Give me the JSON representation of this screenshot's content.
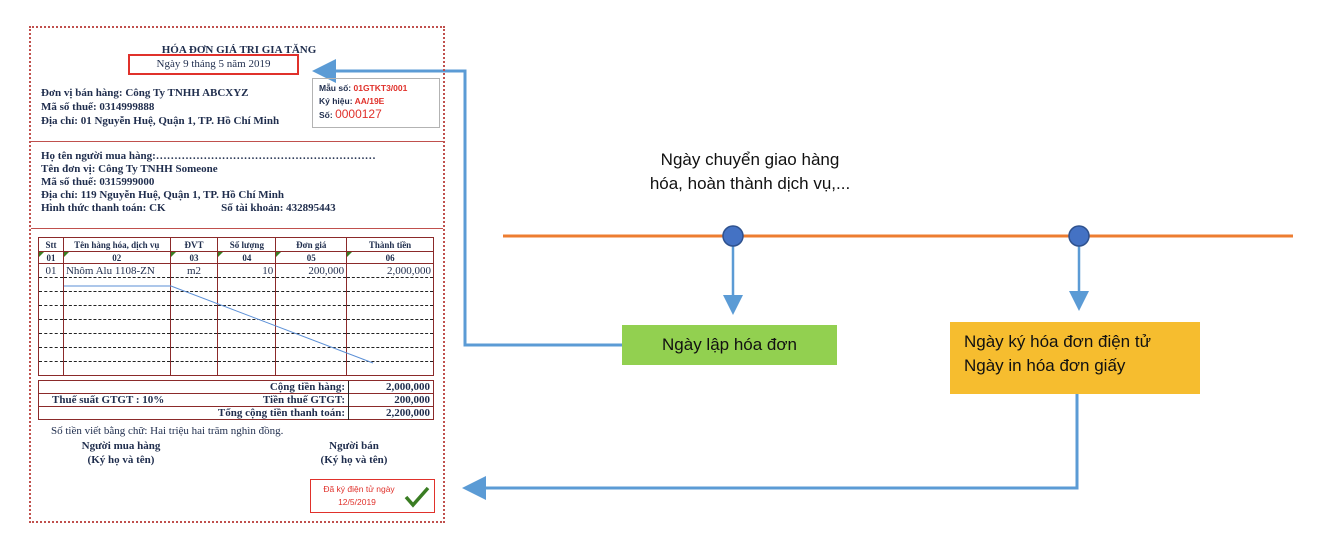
{
  "invoice": {
    "title": "HÓA ĐƠN GIÁ TRỊ GIA TĂNG",
    "date_line": "Ngày  9 tháng 5  năm  2019",
    "seller": {
      "name_label": "Đơn vị bán hàng:  Công Ty TNHH ABCXYZ",
      "tax_label": "Mã số thuế:  0314999888",
      "address_label": "Địa chỉ:  01 Nguyễn Huệ, Quận 1, TP. Hồ Chí Minh"
    },
    "codes": {
      "form_label": "Mẫu số: ",
      "form_value": "01GTKT3/001",
      "symbol_label": "Ký hiệu: ",
      "symbol_value": "AA/19E",
      "number_label": "Số: ",
      "number_value": "0000127"
    },
    "buyer": {
      "name_label": "Họ tên người mua hàng:……………………………………………………",
      "unit_label": "Tên đơn vị:  Công Ty TNHH Someone",
      "tax_label": "Mã số thuế:  0315999000",
      "address_label": "Địa chỉ:  119 Nguyễn Huệ, Quận 1, TP. Hồ Chí Minh",
      "payment_label": "Hình thức thanh toán: CK",
      "account_label": "Số tài khoản: 432895443"
    },
    "table": {
      "headers": [
        "Stt",
        "Tên hàng hóa, dịch vụ",
        "ĐVT",
        "Số lượng",
        "Đơn giá",
        "Thành tiền"
      ],
      "codes": [
        "01",
        "02",
        "03",
        "04",
        "05",
        "06"
      ],
      "rows": [
        [
          "01",
          "Nhôm Alu 1108-ZN",
          "m2",
          "10",
          "200,000",
          "2,000,000"
        ]
      ]
    },
    "totals": {
      "subtotal_label": "Cộng tiền hàng:",
      "subtotal_value": "2,000,000",
      "vat_rate_label": "Thuế suất GTGT : 10%",
      "vat_label": "Tiền thuế GTGT:",
      "vat_value": "200,000",
      "grand_label": "Tổng cộng tiền thanh toán:",
      "grand_value": "2,200,000"
    },
    "amount_in_words": "Số tiền viết bằng chữ:  Hai triệu hai trăm nghìn đồng.",
    "buyer_sign": {
      "title": "Người mua hàng",
      "note": "(Ký họ và tên)"
    },
    "seller_sign": {
      "title": "Người bán",
      "note": "(Ký họ và tên)"
    },
    "esign": {
      "line1": "Đã ký điện tử ngày",
      "line2": "12/5/2019"
    }
  },
  "timeline": {
    "top_label": "Ngày chuyển giao hàng\nhóa, hoàn thành dịch vụ,...",
    "top_label_line1": "Ngày chuyển giao hàng",
    "top_label_line2": "hóa, hoàn thành dịch vụ,...",
    "green_box": "Ngày lập hóa đơn",
    "yellow_box_line1": "Ngày ký hóa đơn điện tử",
    "yellow_box_line2": "Ngày in hóa đơn giấy",
    "colors": {
      "line": "#ed7d31",
      "node": "#4472c4",
      "arrow": "#5b9bd5",
      "green": "#92d050",
      "yellow": "#f6bd2f"
    }
  }
}
